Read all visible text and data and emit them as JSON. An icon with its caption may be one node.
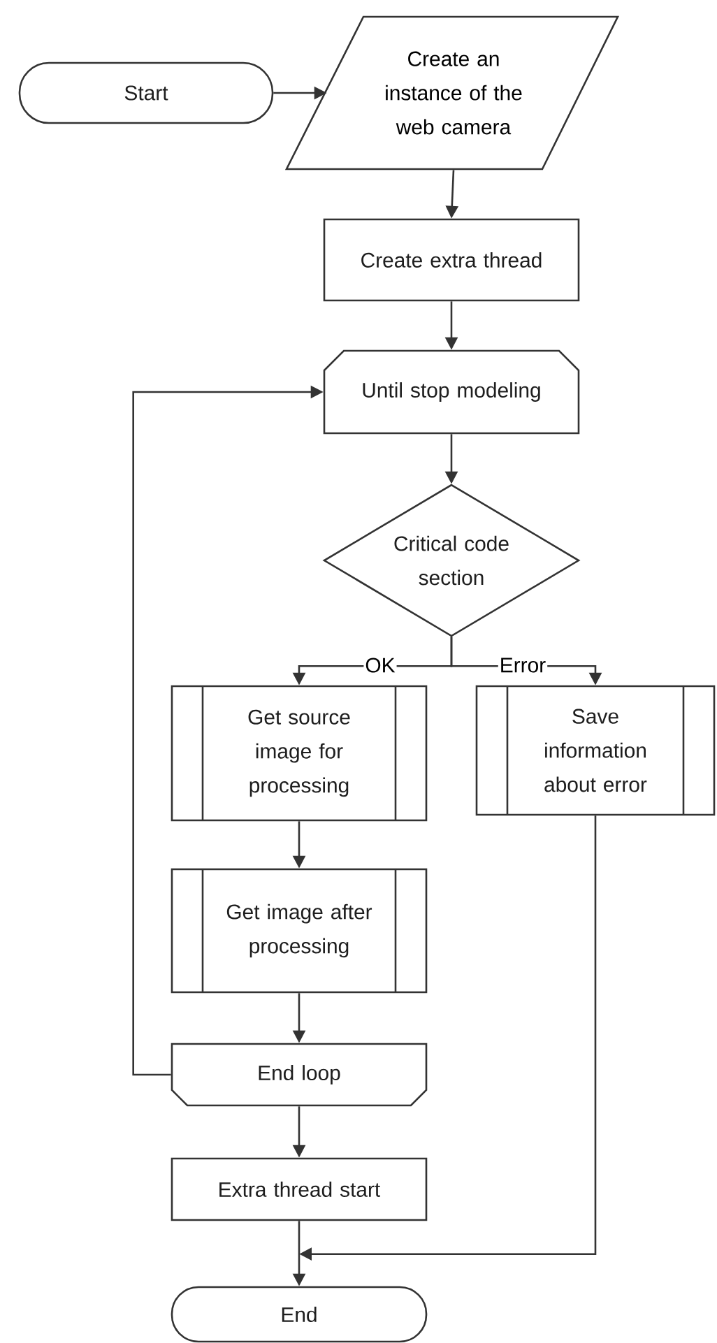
{
  "diagram": {
    "nodes": [
      {
        "text": [
          "Start"
        ]
      },
      {
        "text": [
          "Create an instance of the web camera"
        ]
      },
      {
        "text": [
          "Create extra thread"
        ]
      },
      {
        "text": [
          "Until stop modeling"
        ]
      },
      {
        "text": [
          "Critical code section"
        ]
      },
      {
        "text": [
          "Get source image for processing"
        ]
      },
      {
        "text": [
          "Save information about error"
        ]
      },
      {
        "text": [
          "Get image after processing"
        ]
      },
      {
        "text": [
          "End loop"
        ]
      },
      {
        "text": [
          "Extra thread start"
        ]
      },
      {
        "text": [
          "End"
        ]
      }
    ],
    "edges": [
      {
        "from": 0,
        "to": 1,
        "arrow": "to"
      },
      {
        "from": 1,
        "to": 2,
        "arrow": "to"
      },
      {
        "from": 2,
        "to": 3,
        "arrow": "to"
      },
      {
        "from": 3,
        "to": 4,
        "arrow": "to"
      },
      {
        "from": 4,
        "to": 5,
        "arrow": "to",
        "label": "OK"
      },
      {
        "from": 4,
        "to": 6,
        "arrow": "to",
        "label": "Error"
      },
      {
        "from": 5,
        "to": 7,
        "arrow": "to"
      },
      {
        "from": 7,
        "to": 8,
        "arrow": "to"
      },
      {
        "from": 8,
        "to": 3,
        "arrow": "to"
      },
      {
        "from": 8,
        "to": 9,
        "arrow": "to"
      },
      {
        "from": 9,
        "to": 10,
        "arrow": "to"
      },
      {
        "from": 6,
        "to": 10,
        "arrow": "to"
      }
    ]
  }
}
